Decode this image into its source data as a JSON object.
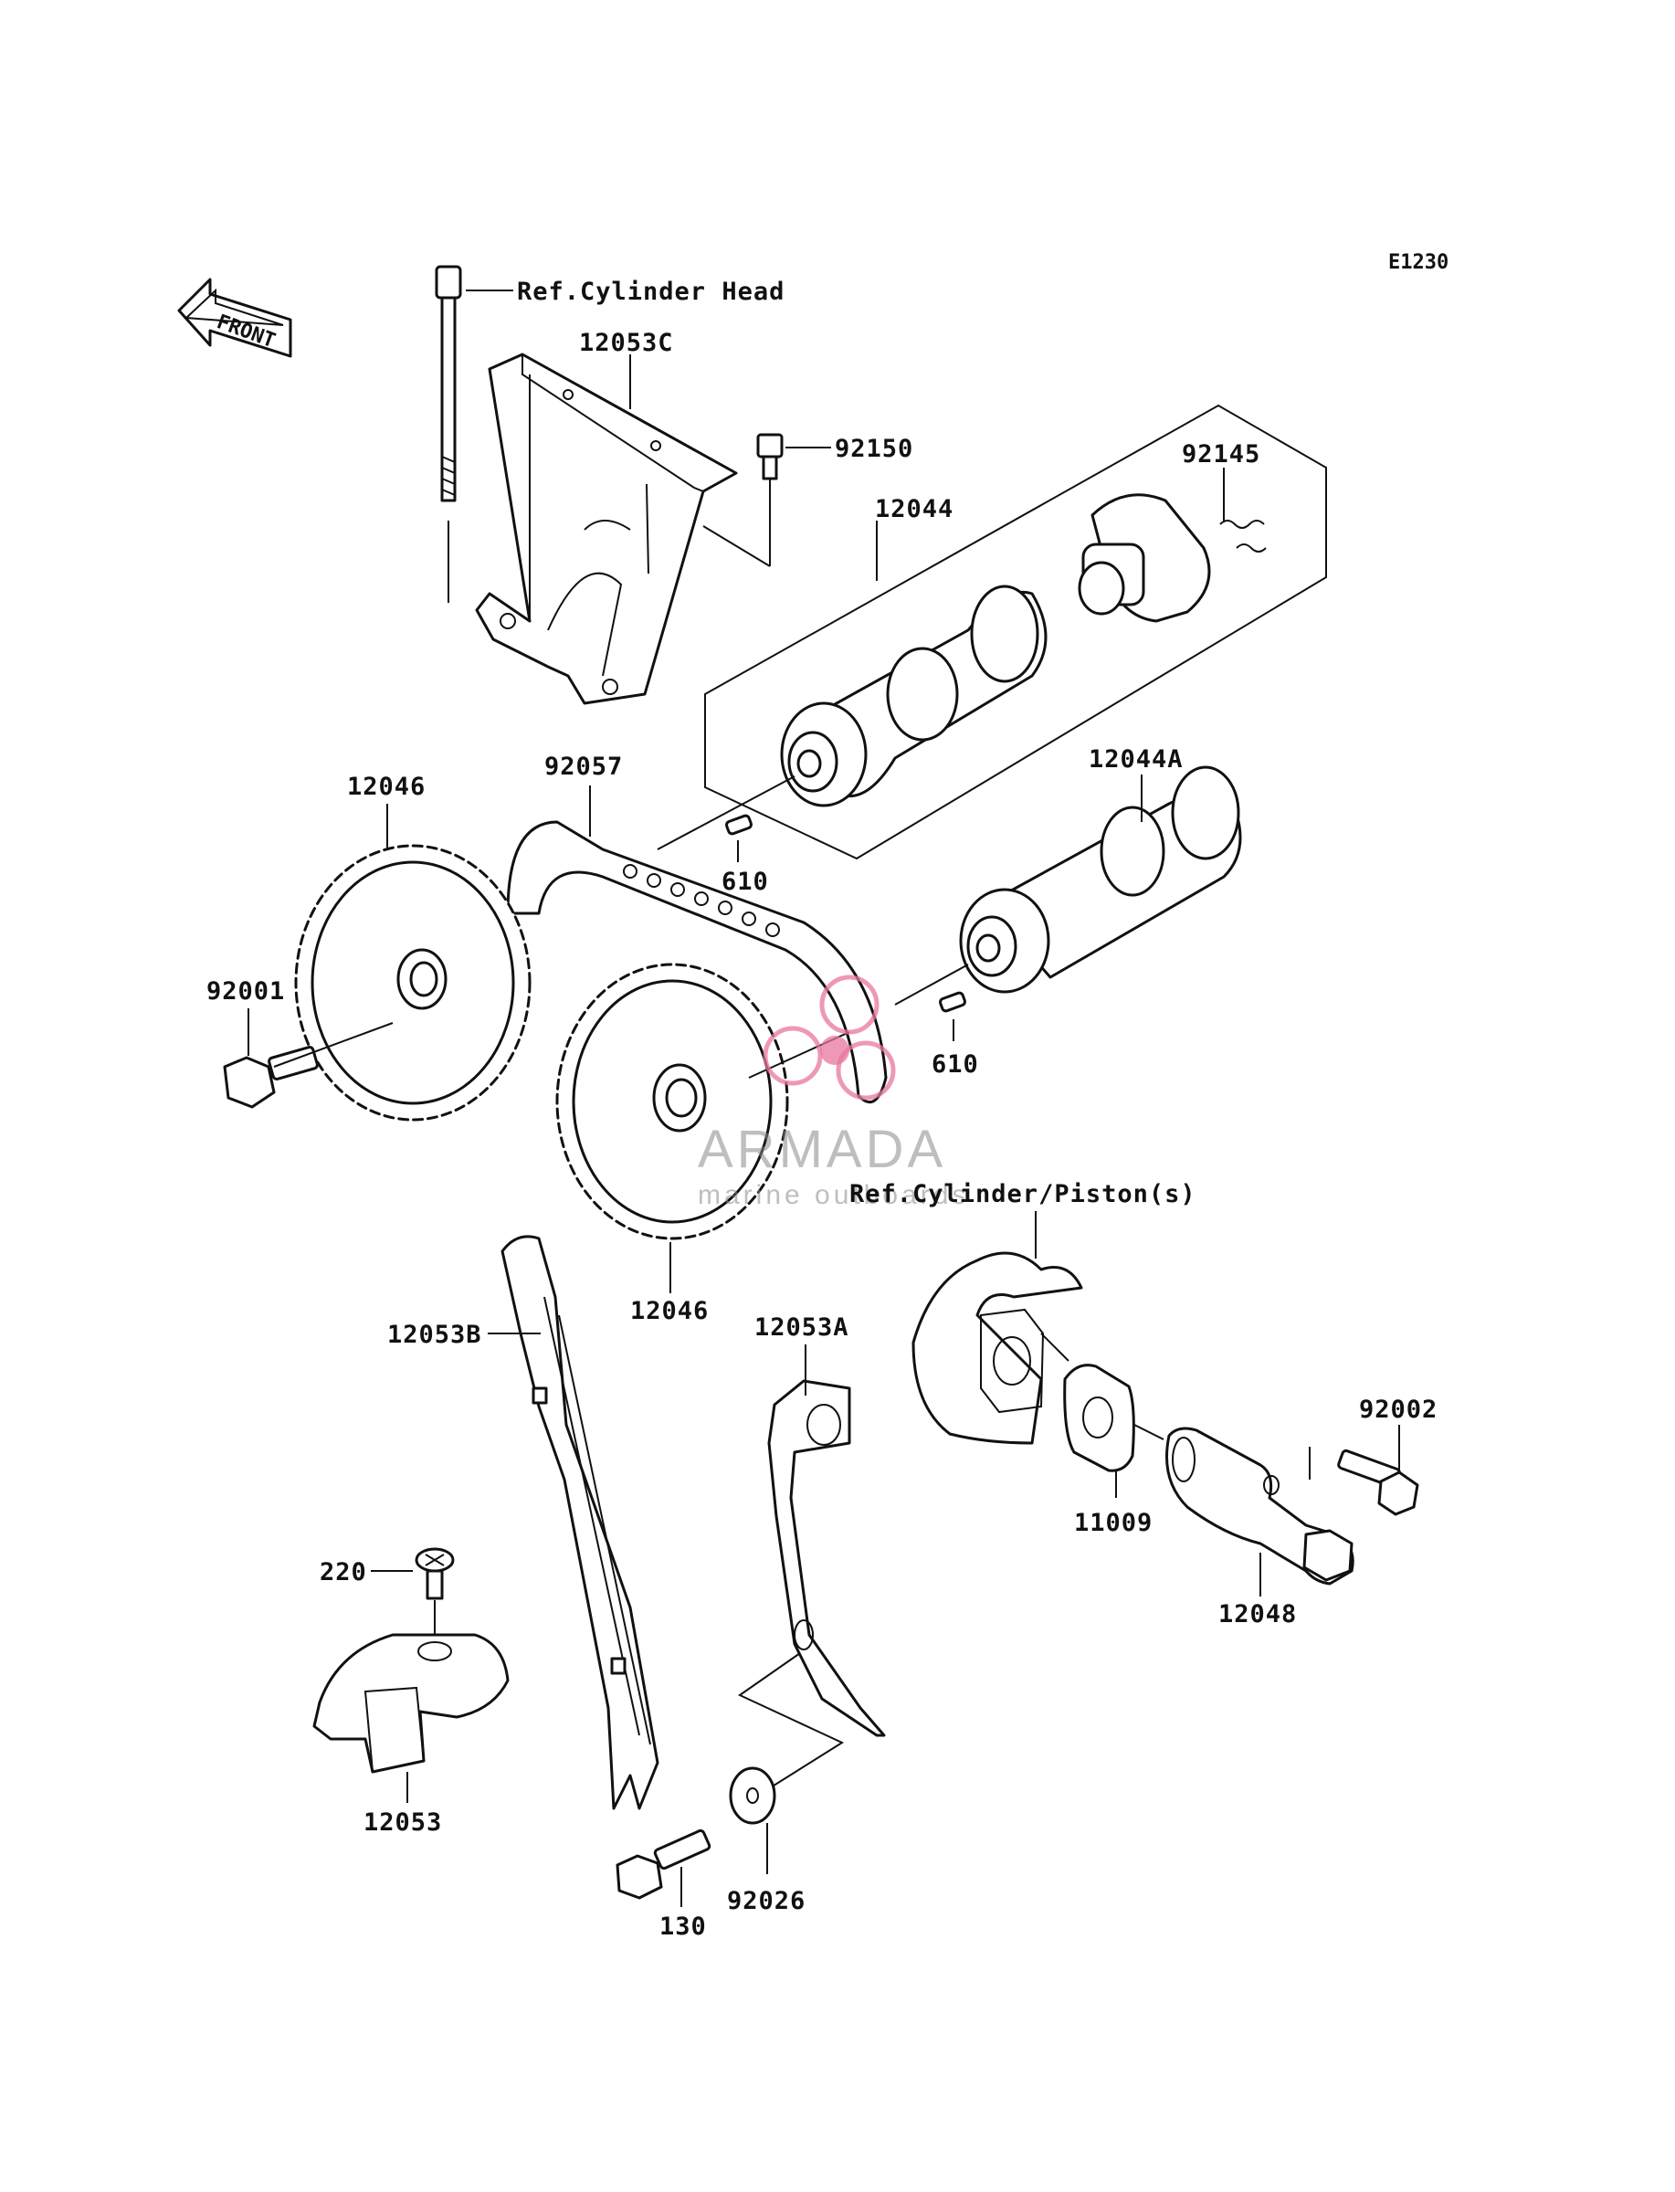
{
  "diagram_code": "E1230",
  "front_arrow_label": "FRONT",
  "references": {
    "cylinder_head": "Ref.Cylinder Head",
    "cylinder_piston": "Ref.Cylinder/Piston(s)"
  },
  "parts": {
    "p12053C": "12053C",
    "p92150": "92150",
    "p92145": "92145",
    "p12044": "12044",
    "p12046_left": "12046",
    "p92057": "92057",
    "p12044A": "12044A",
    "p610_top": "610",
    "p92001": "92001",
    "p610_bottom": "610",
    "p12046_center": "12046",
    "p12053B": "12053B",
    "p12053A": "12053A",
    "p92002": "92002",
    "p11009": "11009",
    "p12048": "12048",
    "p220": "220",
    "p12053": "12053",
    "p92026": "92026",
    "p130": "130"
  },
  "watermark": {
    "name": "ARMADA",
    "tagline": "marine outboards",
    "accent_color": "#e8769f"
  }
}
